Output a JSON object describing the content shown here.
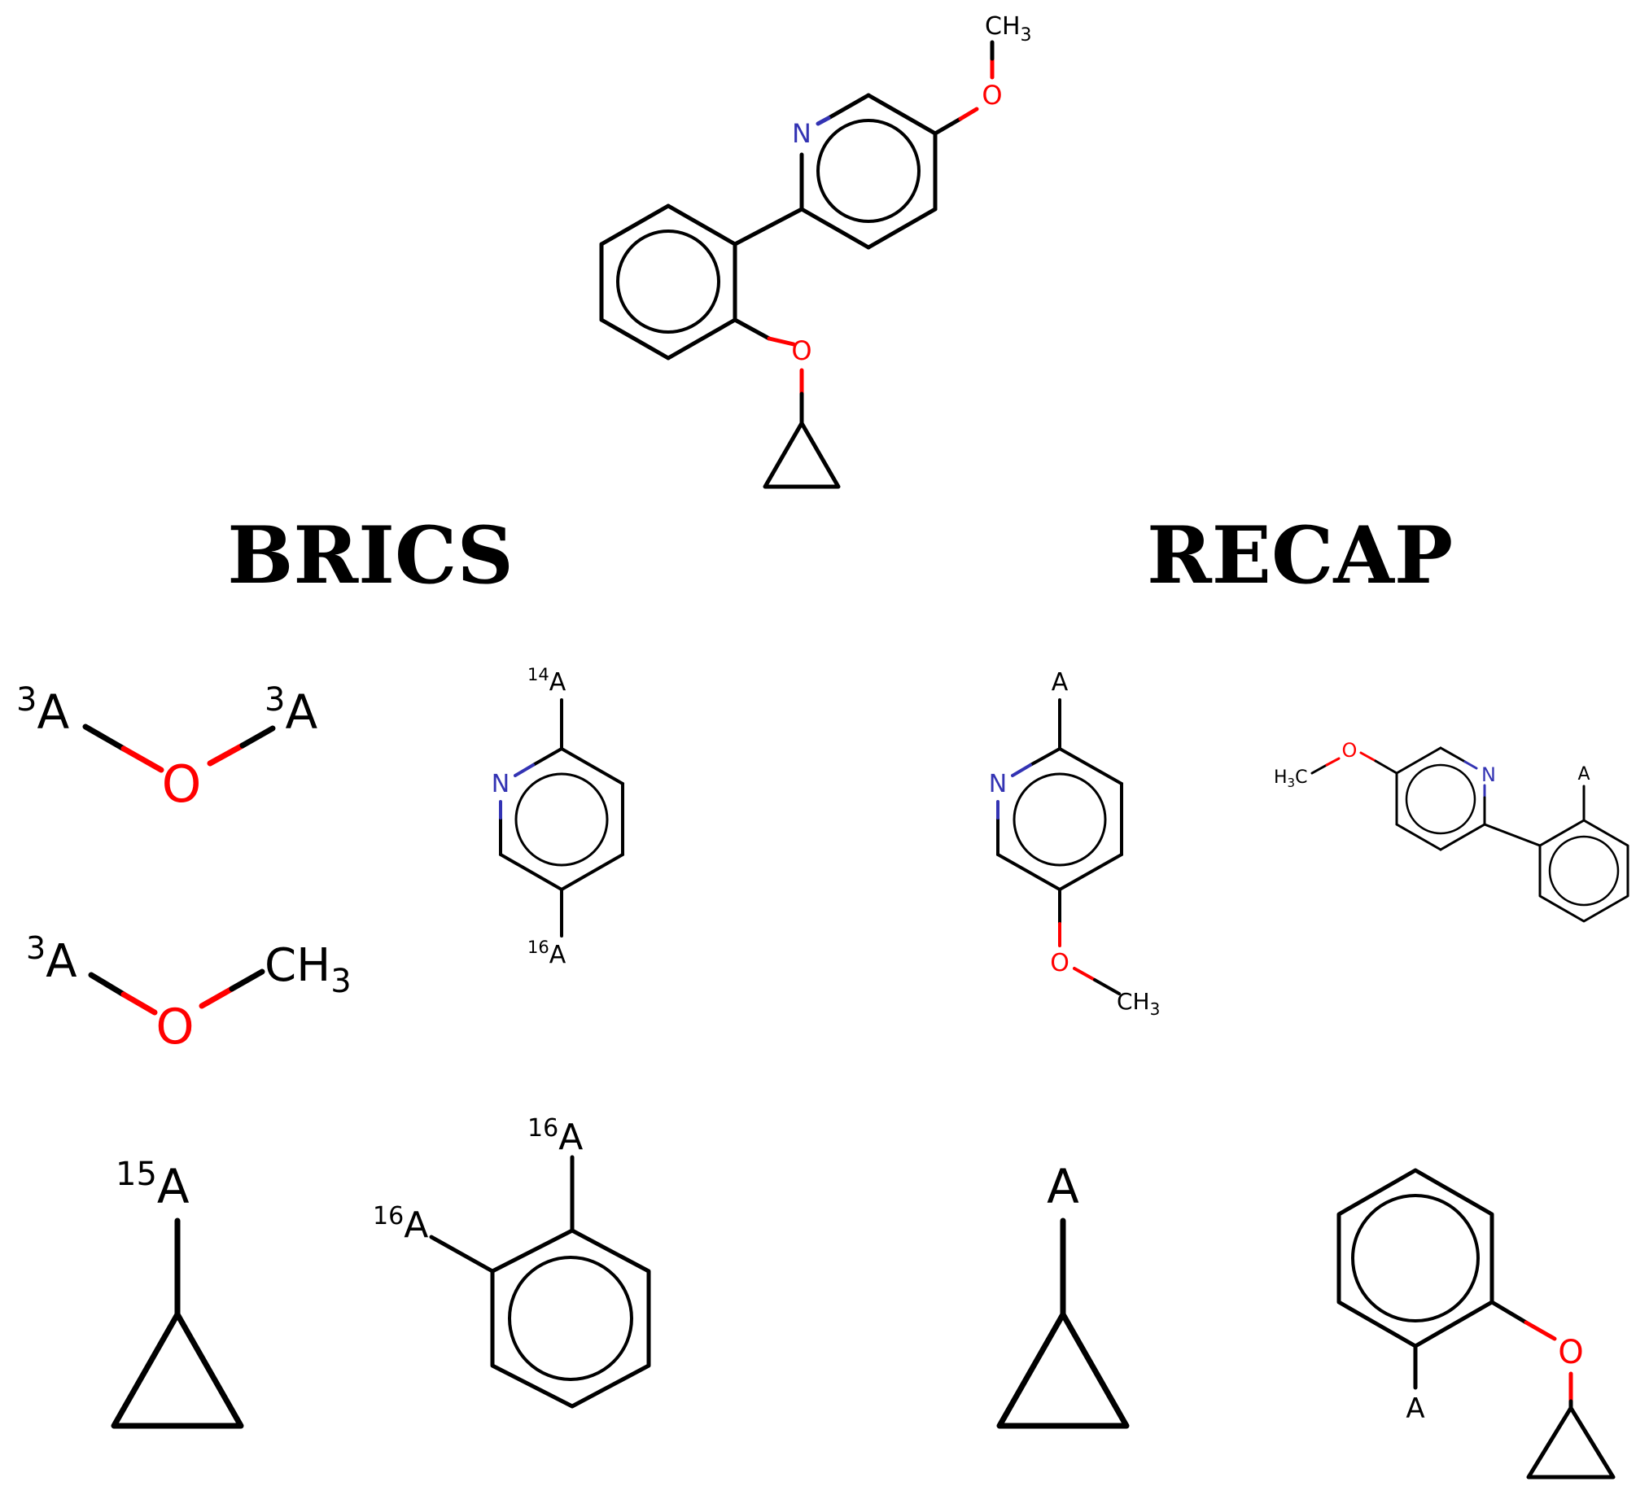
{
  "titles": {
    "brics": "BRICS",
    "recap": "RECAP"
  },
  "colors": {
    "carbon_bond": "#000000",
    "oxygen": "#ff0000",
    "nitrogen": "#3333b3",
    "text": "#000000",
    "background": "#ffffff"
  },
  "labels": {
    "parent": {
      "methyl": "CH",
      "methyl_sub": "3",
      "oxygen_top": "O",
      "oxygen_bottom": "O",
      "nitrogen": "N"
    },
    "brics_ether": {
      "left_iso": "3",
      "left_a": "A",
      "o": "O",
      "right_iso": "3",
      "right_a": "A"
    },
    "brics_methoxy": {
      "iso": "3",
      "a": "A",
      "o": "O",
      "methyl": "CH",
      "methyl_sub": "3"
    },
    "brics_pyridine": {
      "top_iso": "14",
      "top_a": "A",
      "n": "N",
      "bottom_iso": "16",
      "bottom_a": "A"
    },
    "brics_cyclopropyl": {
      "iso": "15",
      "a": "A"
    },
    "brics_benzene": {
      "top_iso": "16",
      "top_a": "A",
      "left_iso": "16",
      "left_a": "A"
    },
    "recap_pyridine": {
      "a": "A",
      "n": "N",
      "o": "O",
      "methyl": "CH",
      "methyl_sub": "3"
    },
    "recap_biaryl": {
      "methyl_h": "H",
      "methyl_sub": "3",
      "methyl_c": "C",
      "o": "O",
      "n": "N",
      "a": "A"
    },
    "recap_cyclopropyl": {
      "a": "A"
    },
    "recap_phenoxy": {
      "o": "O",
      "a": "A"
    }
  }
}
